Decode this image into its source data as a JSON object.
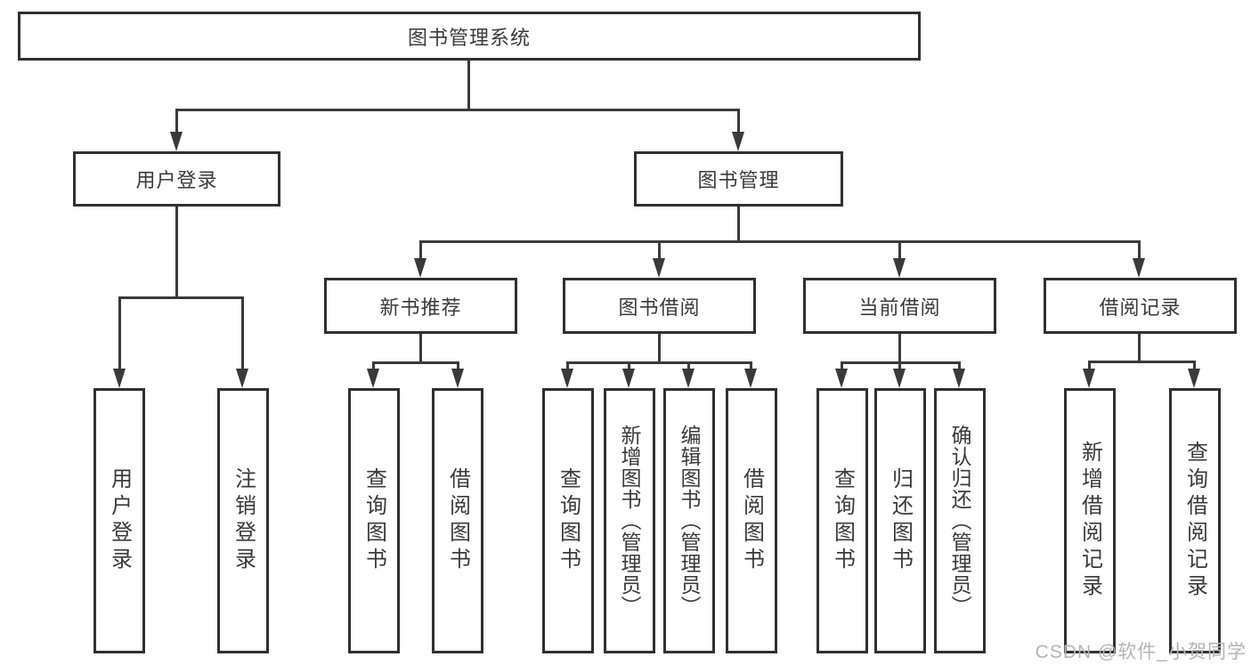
{
  "diagram": {
    "root": {
      "label": "图书管理系统"
    },
    "level2": [
      {
        "label": "用户登录"
      },
      {
        "label": "图书管理"
      }
    ],
    "level3": [
      {
        "label": "新书推荐"
      },
      {
        "label": "图书借阅"
      },
      {
        "label": "当前借阅"
      },
      {
        "label": "借阅记录"
      }
    ],
    "leaves": [
      {
        "label": "用户登录"
      },
      {
        "label": "注销登录"
      },
      {
        "label": "查询图书"
      },
      {
        "label": "借阅图书"
      },
      {
        "label": "查询图书"
      },
      {
        "label": "新增图书（管理员）"
      },
      {
        "label": "编辑图书（管理员）"
      },
      {
        "label": "借阅图书"
      },
      {
        "label": "查询图书"
      },
      {
        "label": "归还图书"
      },
      {
        "label": "确认归还（管理员）"
      },
      {
        "label": "新增借阅记录"
      },
      {
        "label": "查询借阅记录"
      }
    ]
  },
  "watermark": {
    "text": "CSDN @软件_小贺同学"
  },
  "colors": {
    "line": "#3a3a3a",
    "box_border": "#303030",
    "text": "#3a3a3a",
    "watermark": "#b4b4b4",
    "background": "#ffffff"
  }
}
